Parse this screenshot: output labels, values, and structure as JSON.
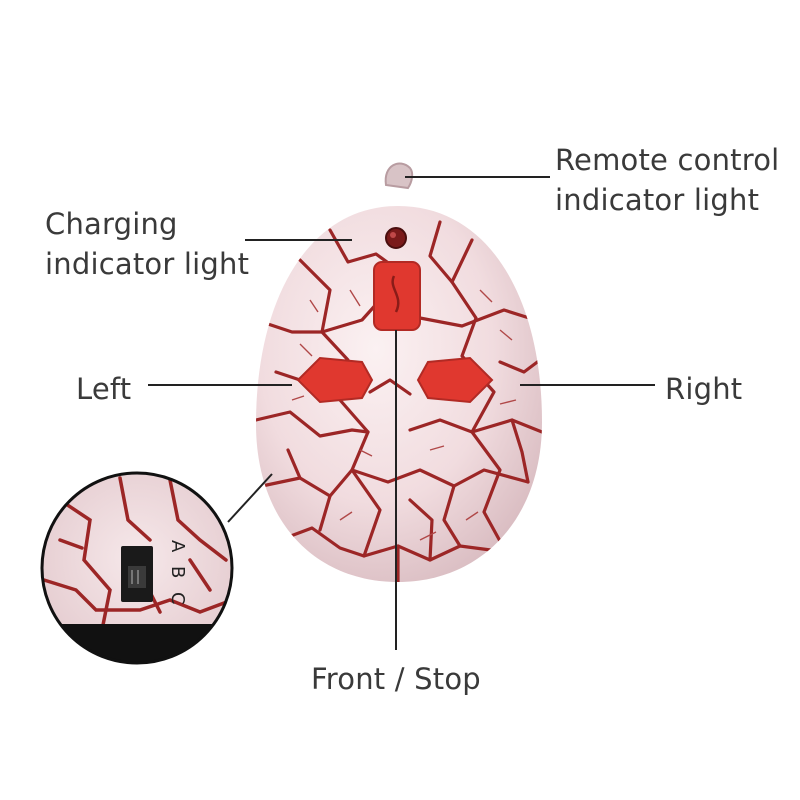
{
  "callouts": {
    "remote_control_line1": "Remote control",
    "remote_control_line2": "indicator light",
    "charging_line1": "Charging",
    "charging_line2": "indicator light",
    "left": "Left",
    "right": "Right",
    "front_stop": "Front / Stop"
  },
  "switch_letters": [
    "A",
    "B",
    "C"
  ],
  "colors": {
    "shell": "#f4e2e4",
    "crack": "#9c2626",
    "button": "#e0382f",
    "button_dark": "#b22a24",
    "leader_line": "#222222",
    "text": "#3a3a3a"
  }
}
